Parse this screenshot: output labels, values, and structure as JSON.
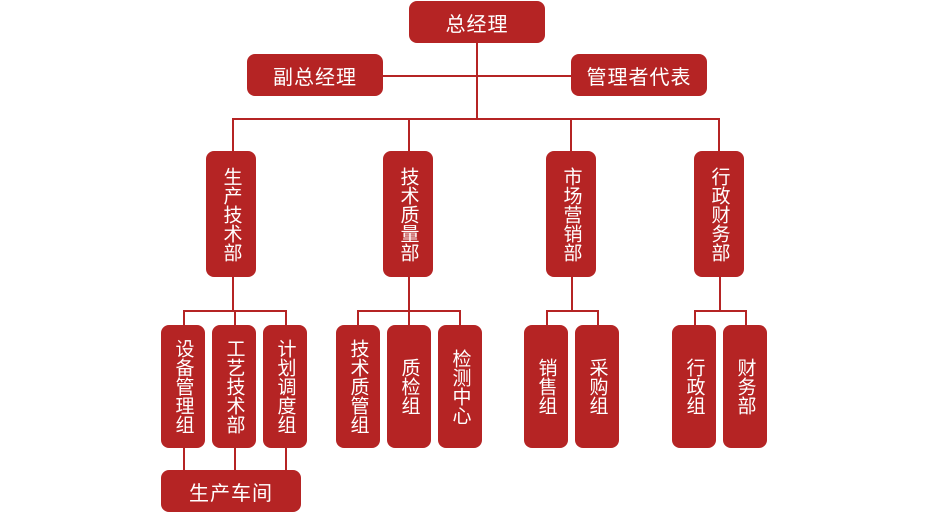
{
  "title": "组织结构图",
  "colors": {
    "box": "#b52424",
    "line": "#b52424",
    "text": "#ffffff"
  },
  "top": {
    "label": "总经理"
  },
  "side_left": {
    "label": "副总经理"
  },
  "side_right": {
    "label": "管理者代表"
  },
  "departments": [
    {
      "label": "生产技术部",
      "children": [
        "设备管理组",
        "工艺技术部",
        "计划调度组"
      ]
    },
    {
      "label": "技术质量部",
      "children": [
        "技术质管组",
        "质检组",
        "检测中心"
      ]
    },
    {
      "label": "市场营销部",
      "children": [
        "销售组",
        "采购组"
      ]
    },
    {
      "label": "行政财务部",
      "children": [
        "行政组",
        "财务部"
      ]
    }
  ],
  "workshop": {
    "label": "生产车间"
  }
}
